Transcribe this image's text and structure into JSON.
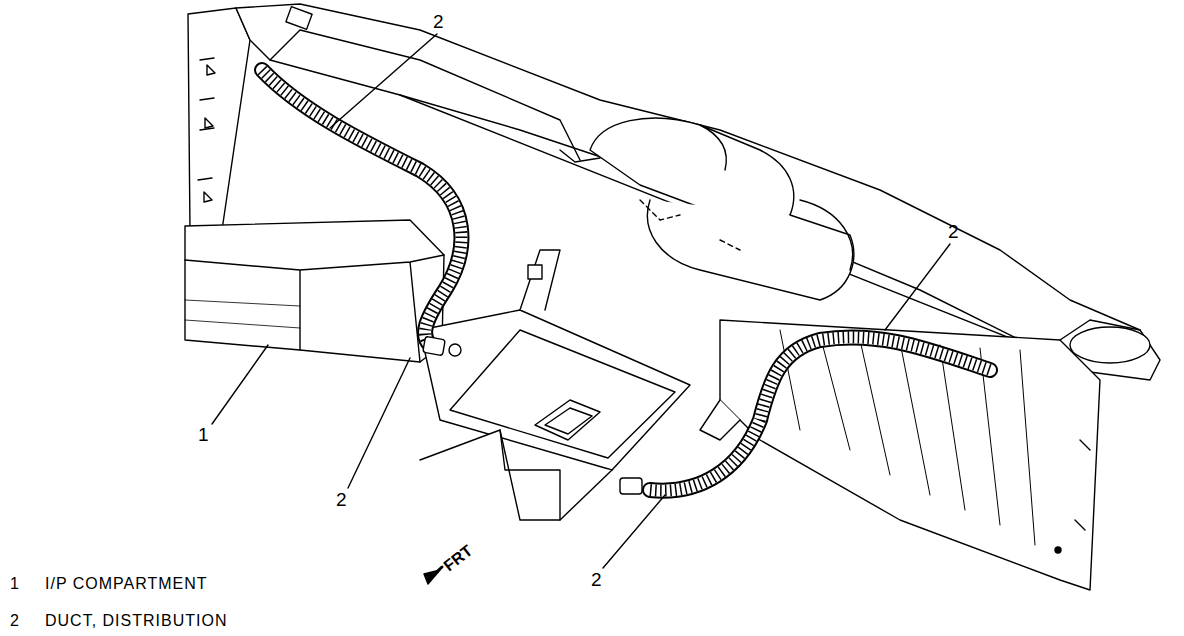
{
  "diagram": {
    "labels": [
      "2",
      "2",
      "1",
      "2",
      "2",
      "1",
      "I/P COMPARTMENT",
      "2",
      "DUCT, DISTRIBUTION",
      "FRT"
    ]
  }
}
